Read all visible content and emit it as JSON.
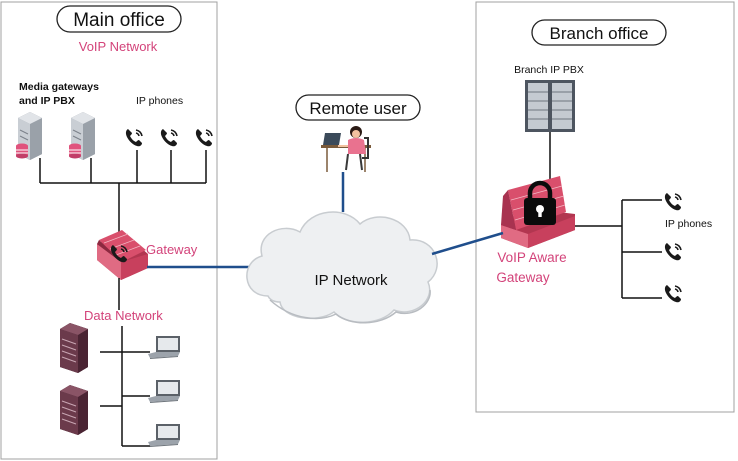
{
  "colors": {
    "pink": "#d3437a",
    "brick": "#d94f6c",
    "brick_dark": "#b23650",
    "link_blue": "#1f4e8c",
    "line_black": "#111111",
    "server_grey": "#b9bfc6",
    "server_maroon": "#5b2f3d",
    "frame_grey": "#9a9a9a",
    "cloud": "#eef0f2"
  },
  "main_office": {
    "title": "Main office",
    "subtitle": "VoIP Network",
    "media_label_line1": "Media gateways",
    "media_label_line2": "and IP PBX",
    "phones_label": "IP phones",
    "gateway_label": "Gateway",
    "data_network_label": "Data Network"
  },
  "remote": {
    "title": "Remote user"
  },
  "cloud": {
    "label": "IP Network"
  },
  "branch_office": {
    "title": "Branch office",
    "pbx_label": "Branch IP PBX",
    "gateway_label_line1": "VoIP Aware",
    "gateway_label_line2": "Gateway",
    "phones_label": "IP phones"
  },
  "icons": [
    "server-icon",
    "phone-icon",
    "firewall-icon",
    "lock-icon",
    "laptop-icon",
    "cloud-icon",
    "remote-user-icon"
  ]
}
